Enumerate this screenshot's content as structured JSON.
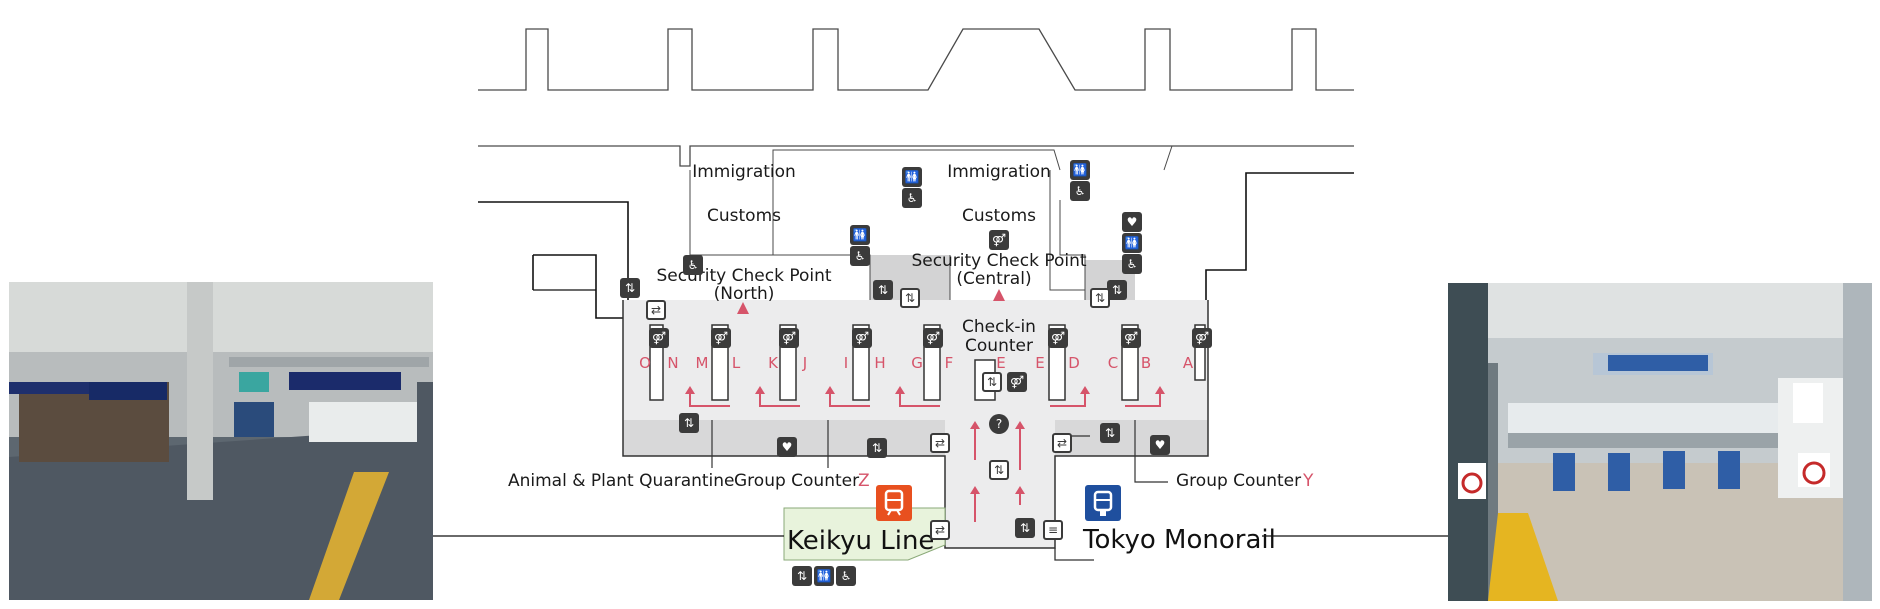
{
  "labels": {
    "immigration_north": "Immigration",
    "immigration_central": "Immigration",
    "customs_north": "Customs",
    "customs_central": "Customs",
    "security_north_line1": "Security Check Point",
    "security_north_line2": "(North)",
    "security_central_line1": "Security Check Point",
    "security_central_line2": "(Central)",
    "checkin_line1": "Check-in",
    "checkin_line2": "Counter",
    "animal_plant": "Animal & Plant Quarantine",
    "group_counter_z": "Group Counter",
    "group_counter_z_letter": "Z",
    "group_counter_y": "Group Counter",
    "group_counter_y_letter": "Y"
  },
  "counters": [
    "O",
    "N",
    "M",
    "L",
    "K",
    "J",
    "I",
    "H",
    "G",
    "F",
    "E",
    "E",
    "D",
    "C",
    "B",
    "A"
  ],
  "stations": {
    "keikyu": "Keikyu Line",
    "monorail": "Tokyo Monorail"
  },
  "colors": {
    "accent": "#d6546a",
    "keikyu": "#e8501f",
    "monorail": "#1f4f9e",
    "floor": "#ededee",
    "keikyu_area": "#e8f3dc"
  },
  "icons": {
    "elevator": "elevator-icon",
    "restroom": "restroom-icon",
    "accessible": "wheelchair-icon",
    "aed": "aed-icon",
    "info": "information-icon",
    "escalator": "escalator-icon"
  }
}
